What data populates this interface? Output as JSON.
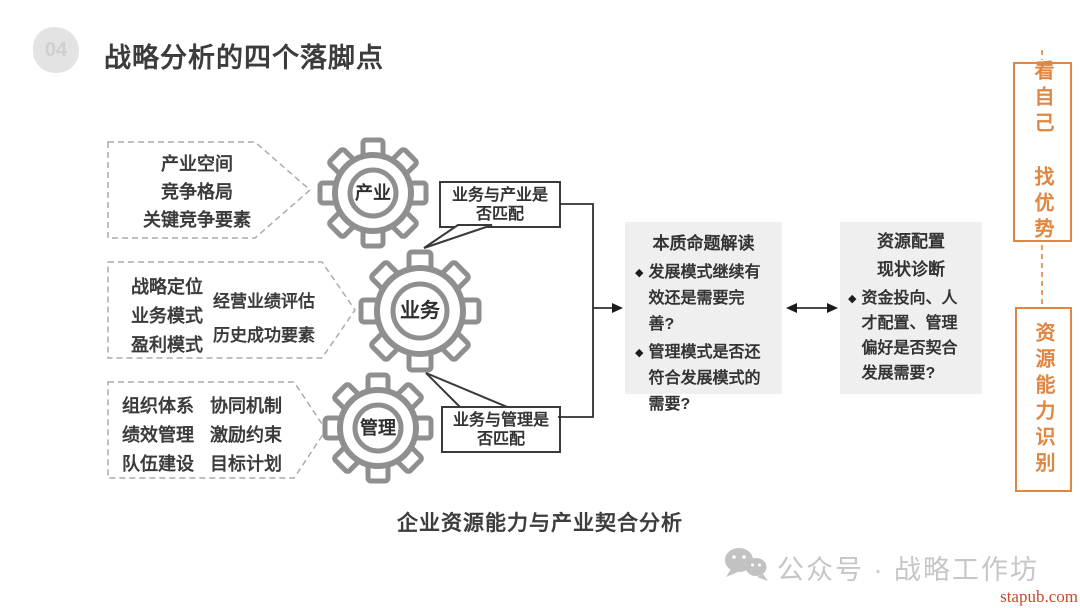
{
  "slide": {
    "badge": "04",
    "title": "战略分析的四个落脚点",
    "caption": "企业资源能力与产业契合分析",
    "bullet_glyph": "◆"
  },
  "chevrons": {
    "industry": {
      "lines": [
        "产业空间",
        "竞争格局",
        "关键竞争要素"
      ]
    },
    "business": {
      "col1": [
        "战略定位",
        "业务模式",
        "盈利模式"
      ],
      "col2": [
        "经营业绩评估",
        "历史成功要素"
      ]
    },
    "management": {
      "col1": [
        "组织体系",
        "绩效管理",
        "队伍建设"
      ],
      "col2": [
        "协同机制",
        "激励约束",
        "目标计划"
      ]
    }
  },
  "gears": {
    "top": "产业",
    "middle": "业务",
    "bottom": "管理"
  },
  "bubbles": {
    "top": "业务与产业是否匹配",
    "bottom": "业务与管理是否匹配"
  },
  "boxes": {
    "essence": {
      "title": "本质命题解读",
      "bullets": [
        "发展模式继续有效还是需要完善?",
        "管理模式是否还符合发展模式的需要?"
      ]
    },
    "resource": {
      "title_line1": "资源配置",
      "title_line2": "现状诊断",
      "bullets": [
        "资金投向、人才配置、管理偏好是否契合发展需要?"
      ]
    }
  },
  "side_tags": {
    "top": "看自己 找优势",
    "bottom": "资源能力识别"
  },
  "footer": {
    "wechat_label": "公众号 · 战略工作坊",
    "site": "stapub.com"
  },
  "colors": {
    "accent_orange": "#E08643",
    "box_gray": "#EFEFEF",
    "site_red": "#C94A28",
    "line_dark": "#3A3A3A",
    "gear_gray": "#8F8F8F",
    "footer_gray": "#C6C6C6"
  }
}
